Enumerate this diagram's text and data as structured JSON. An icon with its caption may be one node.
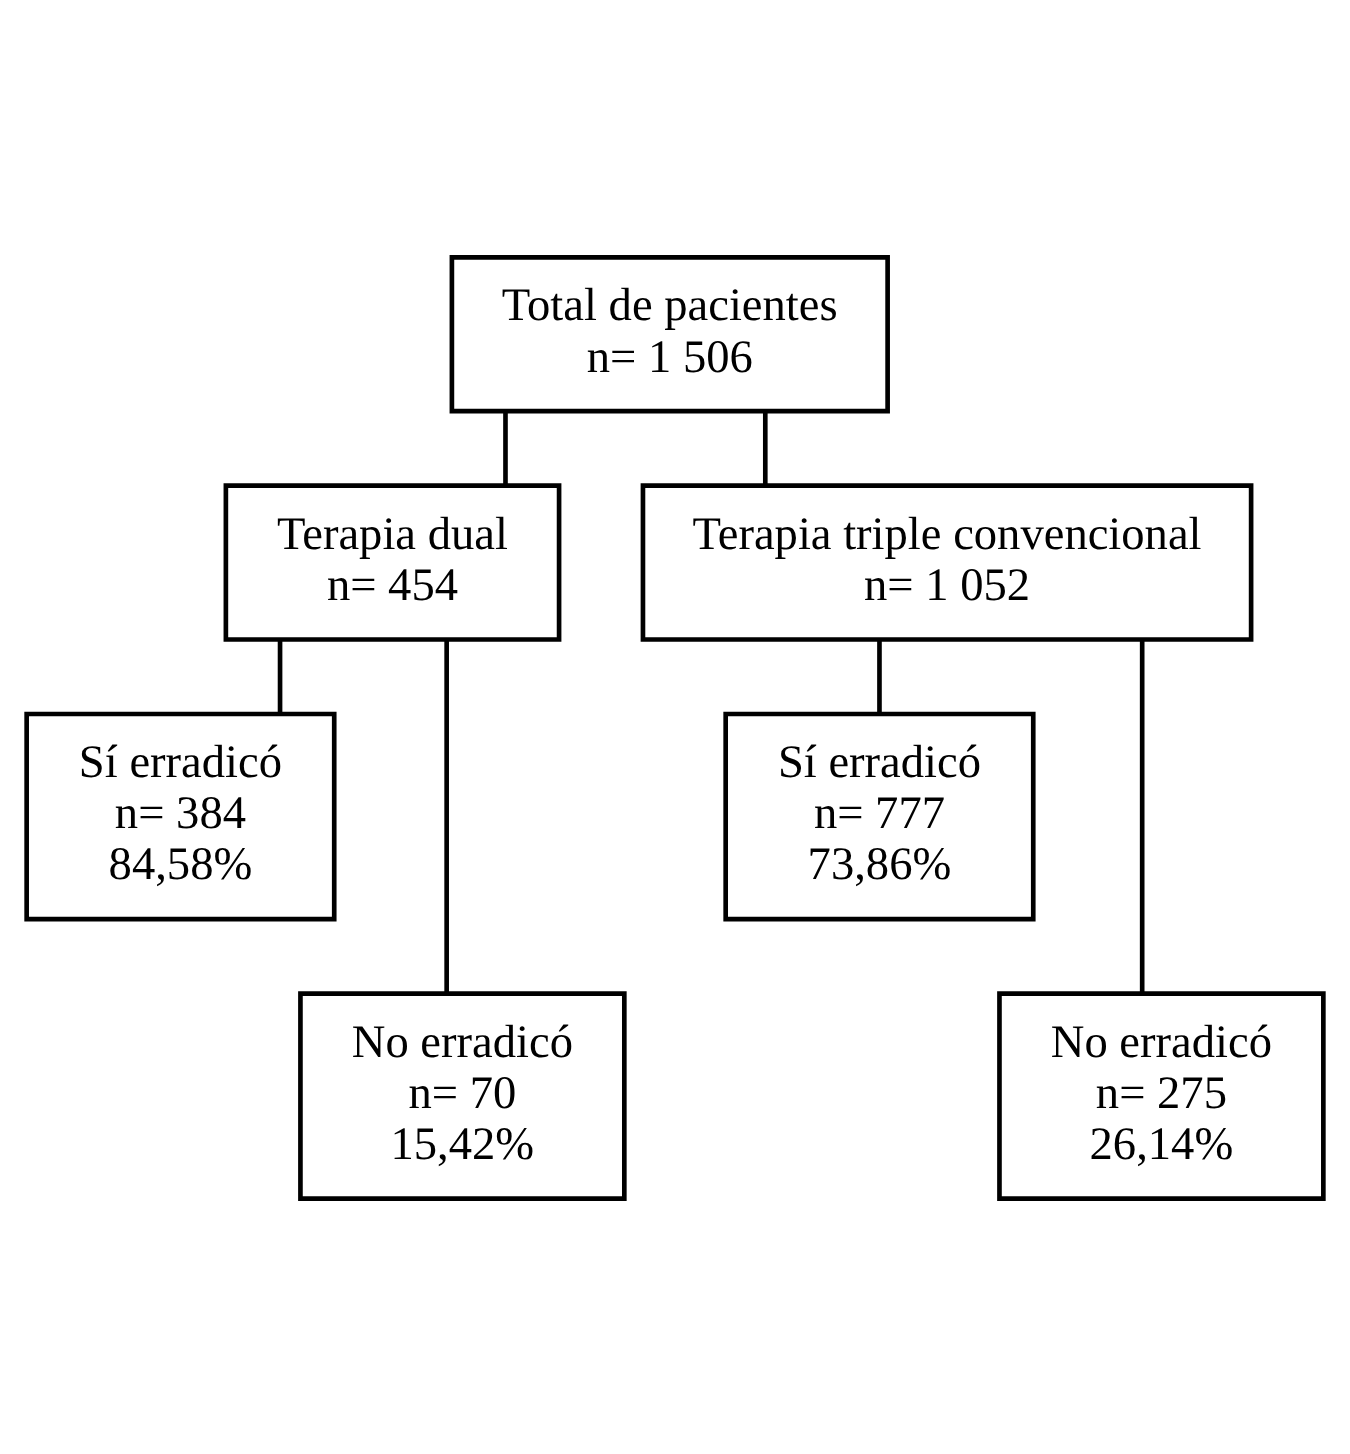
{
  "diagram": {
    "nodes": [
      {
        "text": [
          "Total de pacientes",
          "n= 1 506"
        ]
      },
      {
        "text": [
          "Terapia dual",
          "n= 454"
        ]
      },
      {
        "text": [
          "Terapia triple convencional",
          "n= 1 052"
        ]
      },
      {
        "text": [
          "Sí erradicó",
          "n= 384",
          "84,58%"
        ]
      },
      {
        "text": [
          "No erradicó",
          "n= 70",
          "15,42%"
        ]
      },
      {
        "text": [
          "Sí erradicó",
          "n= 777",
          "73,86%"
        ]
      },
      {
        "text": [
          "No erradicó",
          "n= 275",
          "26,14%"
        ]
      }
    ],
    "edges": [
      {
        "from": 0,
        "to": 1,
        "arrow": "none"
      },
      {
        "from": 0,
        "to": 2,
        "arrow": "none"
      },
      {
        "from": 1,
        "to": 3,
        "arrow": "none"
      },
      {
        "from": 1,
        "to": 4,
        "arrow": "none"
      },
      {
        "from": 2,
        "to": 5,
        "arrow": "none"
      },
      {
        "from": 2,
        "to": 6,
        "arrow": "none"
      }
    ]
  }
}
